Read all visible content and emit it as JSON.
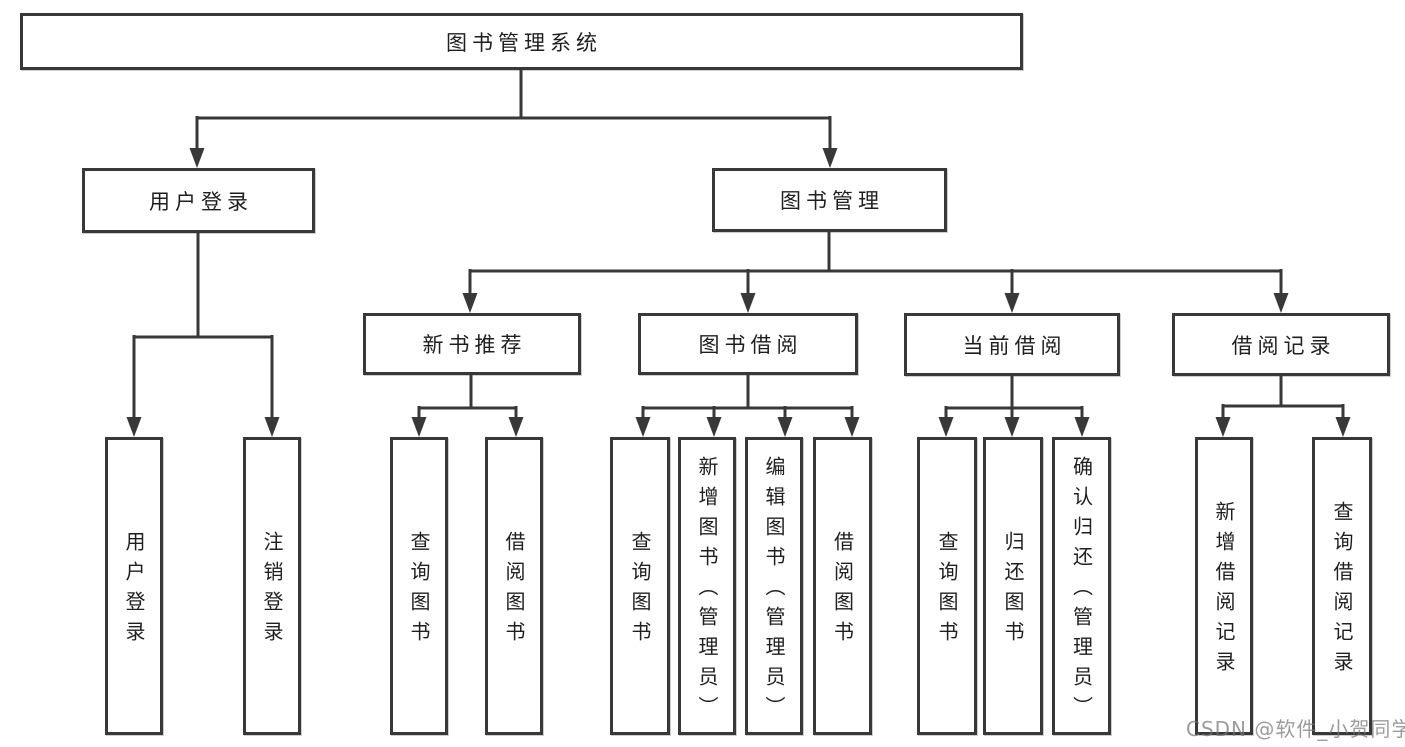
{
  "diagram": {
    "type": "hierarchy-tree",
    "title": "图书管理系统"
  },
  "tree": {
    "label": "图书管理系统",
    "children": [
      {
        "label": "用户登录",
        "children": [
          {
            "label": "用户登录"
          },
          {
            "label": "注销登录"
          }
        ]
      },
      {
        "label": "图书管理",
        "children": [
          {
            "label": "新书推荐",
            "children": [
              {
                "label": "查询图书"
              },
              {
                "label": "借阅图书"
              }
            ]
          },
          {
            "label": "图书借阅",
            "children": [
              {
                "label": "查询图书"
              },
              {
                "label": "新增图书（管理员）"
              },
              {
                "label": "编辑图书（管理员）"
              },
              {
                "label": "借阅图书"
              }
            ]
          },
          {
            "label": "当前借阅",
            "children": [
              {
                "label": "查询图书"
              },
              {
                "label": "归还图书"
              },
              {
                "label": "确认归还（管理员）"
              }
            ]
          },
          {
            "label": "借阅记录",
            "children": [
              {
                "label": "新增借阅记录"
              },
              {
                "label": "查询借阅记录"
              }
            ]
          }
        ]
      }
    ]
  },
  "watermark": {
    "text": "CSDN @软件_小贺同学"
  },
  "colors": {
    "line": "#383838",
    "text": "#1f1f1f",
    "watermark": "#8a8a8a",
    "background": "#ffffff"
  }
}
